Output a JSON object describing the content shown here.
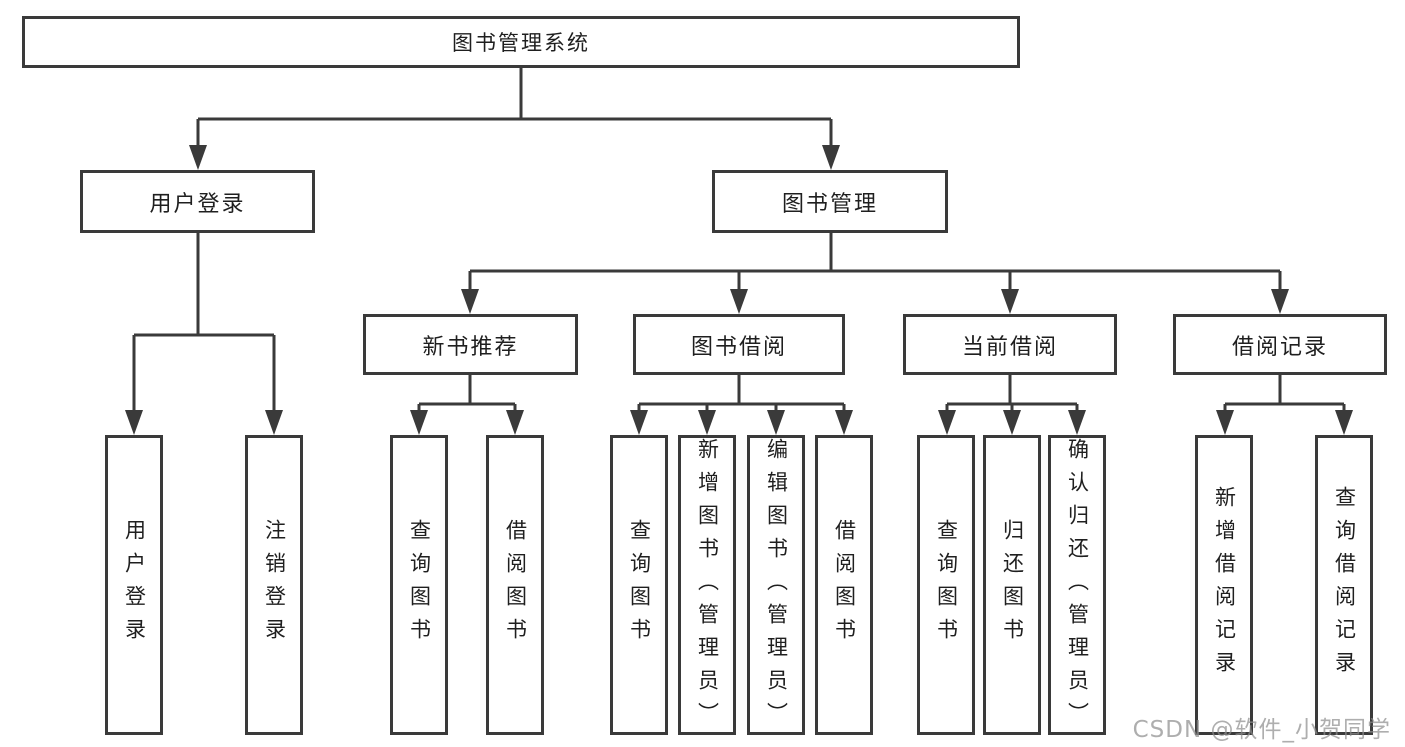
{
  "diagram": {
    "root": {
      "label": "图书管理系统"
    },
    "user_login": {
      "label": "用户登录",
      "children": [
        "用户登录",
        "注销登录"
      ]
    },
    "book_management": {
      "label": "图书管理",
      "sections": [
        {
          "label": "新书推荐",
          "children": [
            "查询图书",
            "借阅图书"
          ]
        },
        {
          "label": "图书借阅",
          "children": [
            "查询图书",
            "新增图书（管理员）",
            "编辑图书（管理员）",
            "借阅图书"
          ]
        },
        {
          "label": "当前借阅",
          "children": [
            "查询图书",
            "归还图书",
            "确认归还（管理员）"
          ]
        },
        {
          "label": "借阅记录",
          "children": [
            "新增借阅记录",
            "查询借阅记录"
          ]
        }
      ]
    }
  },
  "watermark": {
    "text": "CSDN @软件_小贺同学"
  }
}
